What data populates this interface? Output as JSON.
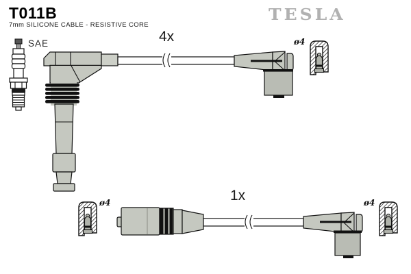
{
  "header": {
    "product_code": "T011B",
    "subtitle": "7mm SILICONE CABLE - RESISTIVE CORE",
    "brand": "TESLA"
  },
  "labels": {
    "spark_plug_standard": "SAE",
    "top_cable_quantity": "4x",
    "bottom_cable_quantity": "1x",
    "terminal_diameter_top_right": "ø4",
    "terminal_diameter_bottom_left": "ø4",
    "terminal_diameter_bottom_right": "ø4"
  },
  "colors": {
    "brand_logo": "#b1b1b1",
    "connector_body": "#c5c8c0",
    "connector_barrel": "#b9bcb4",
    "outline": "#111111",
    "background": "#ffffff"
  }
}
